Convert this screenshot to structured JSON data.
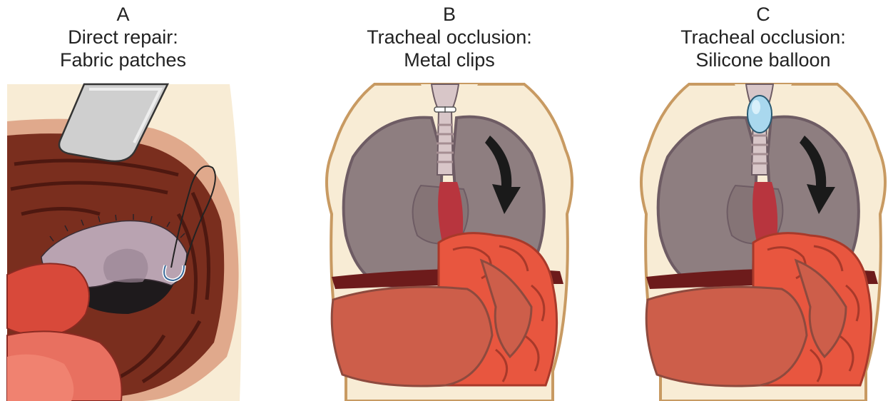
{
  "panels": [
    {
      "letter": "A",
      "line1": "Direct repair:",
      "line2": "Fabric patches"
    },
    {
      "letter": "B",
      "line1": "Tracheal occlusion:",
      "line2": "Metal clips"
    },
    {
      "letter": "C",
      "line1": "Tracheal occlusion:",
      "line2": "Silicone balloon"
    }
  ],
  "colors": {
    "skin": "#f8ecd5",
    "skin_outline": "#c89a62",
    "lung": "#8e7e80",
    "lung_outline": "#6e5c64",
    "trachea": "#d8c6c8",
    "aorta": "#b8353e",
    "liver": "#cd5e4a",
    "intestine": "#e8563f",
    "diaphragm": "#6d1b1b",
    "cavity": "#7a2e1e",
    "patch": "#b9a3b1",
    "balloon": "#a9d8ee"
  },
  "icons": [
    "retractor-icon",
    "suture-needle-icon",
    "metal-clip-icon",
    "silicone-balloon-icon",
    "lung-growth-arrow-icon"
  ]
}
